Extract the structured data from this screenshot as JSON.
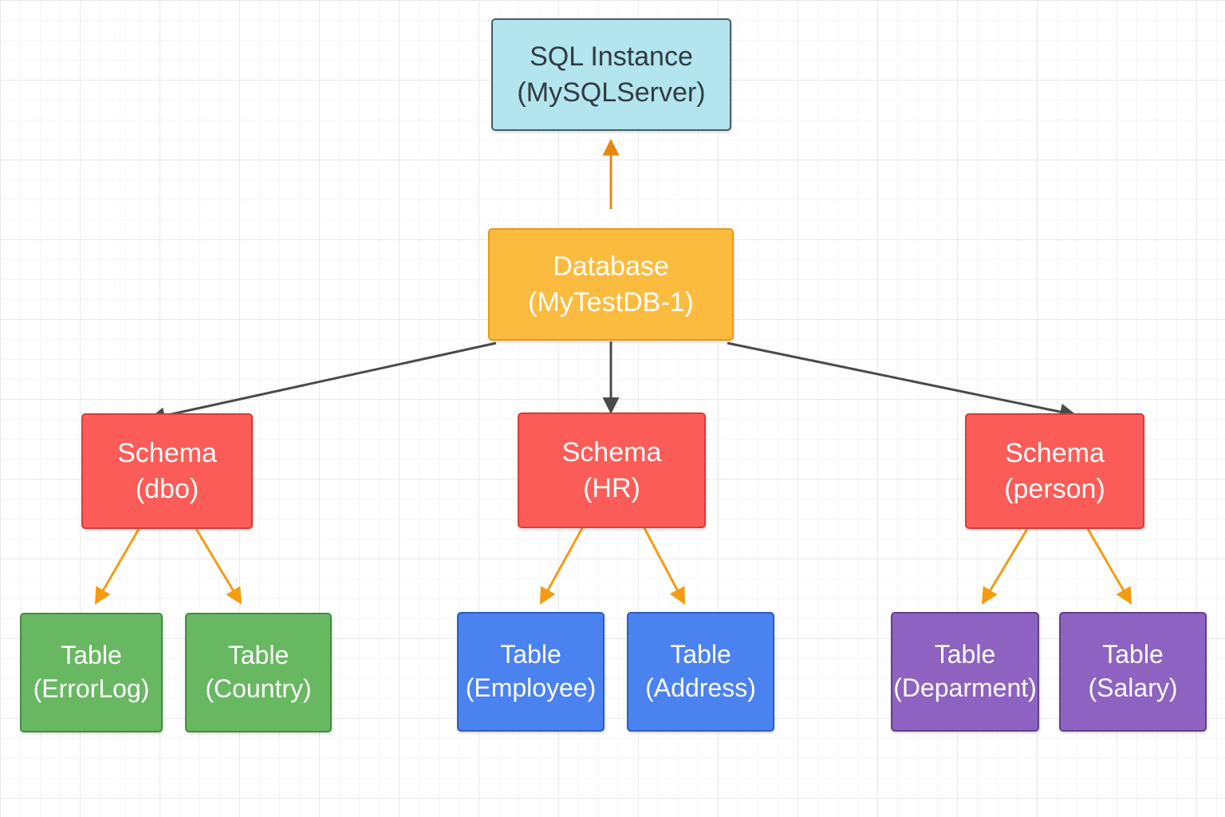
{
  "colors": {
    "instance_fill": "#b2e5ee",
    "database_fill": "#fbbb3e",
    "schema_fill": "#fb5c58",
    "table_green": "#68b862",
    "table_blue": "#4a82ef",
    "table_purple": "#8e62c0",
    "arrow_orange": "#e8870f",
    "arrow_gray": "#4a4a4a"
  },
  "instance": {
    "line1": "SQL Instance",
    "line2": "(MySQLServer)"
  },
  "database": {
    "line1": "Database",
    "line2": "(MyTestDB-1)"
  },
  "schemas": [
    {
      "line1": "Schema",
      "line2": "(dbo)"
    },
    {
      "line1": "Schema",
      "line2": "(HR)"
    },
    {
      "line1": "Schema",
      "line2": "(person)"
    }
  ],
  "tables": [
    {
      "line1": "Table",
      "line2": "(ErrorLog)"
    },
    {
      "line1": "Table",
      "line2": "(Country)"
    },
    {
      "line1": "Table",
      "line2": "(Employee)"
    },
    {
      "line1": "Table",
      "line2": "(Address)"
    },
    {
      "line1": "Table",
      "line2": "(Deparment)"
    },
    {
      "line1": "Table",
      "line2": "(Salary)"
    }
  ]
}
